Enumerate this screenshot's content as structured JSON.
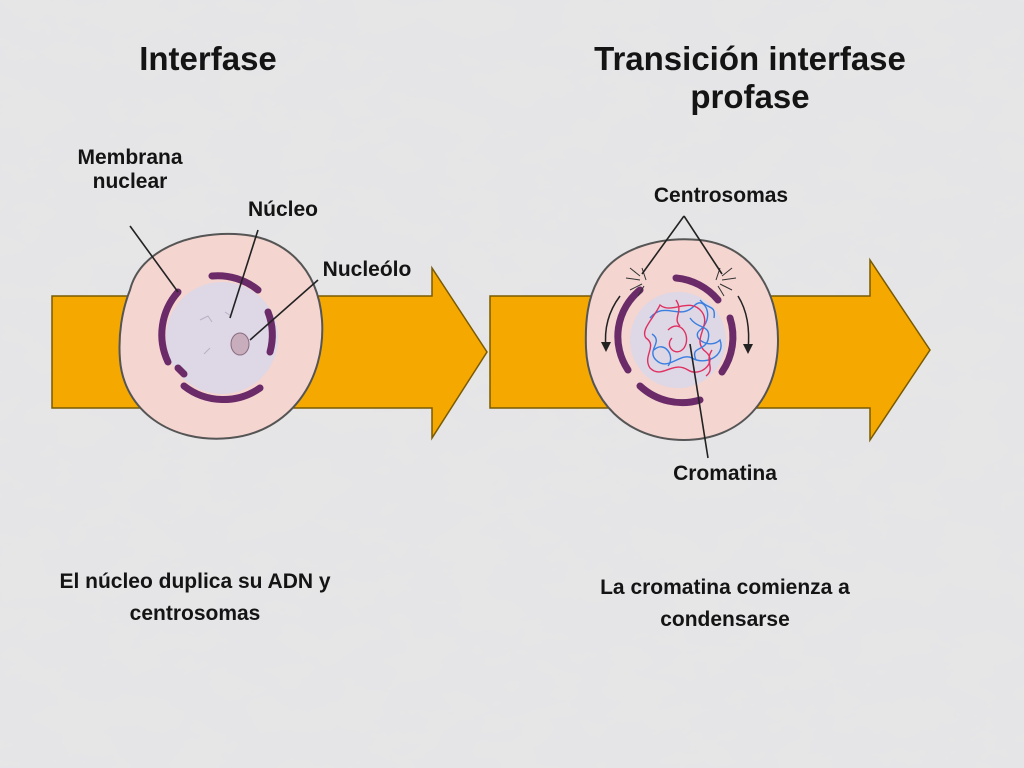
{
  "titles": {
    "interphase": "Interfase",
    "transition_line1": "Transición interfase",
    "transition_line2": "profase"
  },
  "labels": {
    "membrane_line1": "Membrana",
    "membrane_line2": "nuclear",
    "nucleus": "Núcleo",
    "nucleolus": "Nucleólo",
    "centrosomes": "Centrosomas",
    "chromatin": "Cromatina"
  },
  "captions": {
    "interphase_line1": "El núcleo duplica su ADN y",
    "interphase_line2": "centrosomas",
    "transition_line1": "La cromatina comienza a",
    "transition_line2": "condensarse"
  },
  "colors": {
    "arrow": "#f5a800",
    "cell": "#f4d5d0",
    "nucleus": "#ddd7e6",
    "membrane": "#6a2b68",
    "chromatin_red": "#e03060",
    "chromatin_blue": "#3a7ee0"
  }
}
